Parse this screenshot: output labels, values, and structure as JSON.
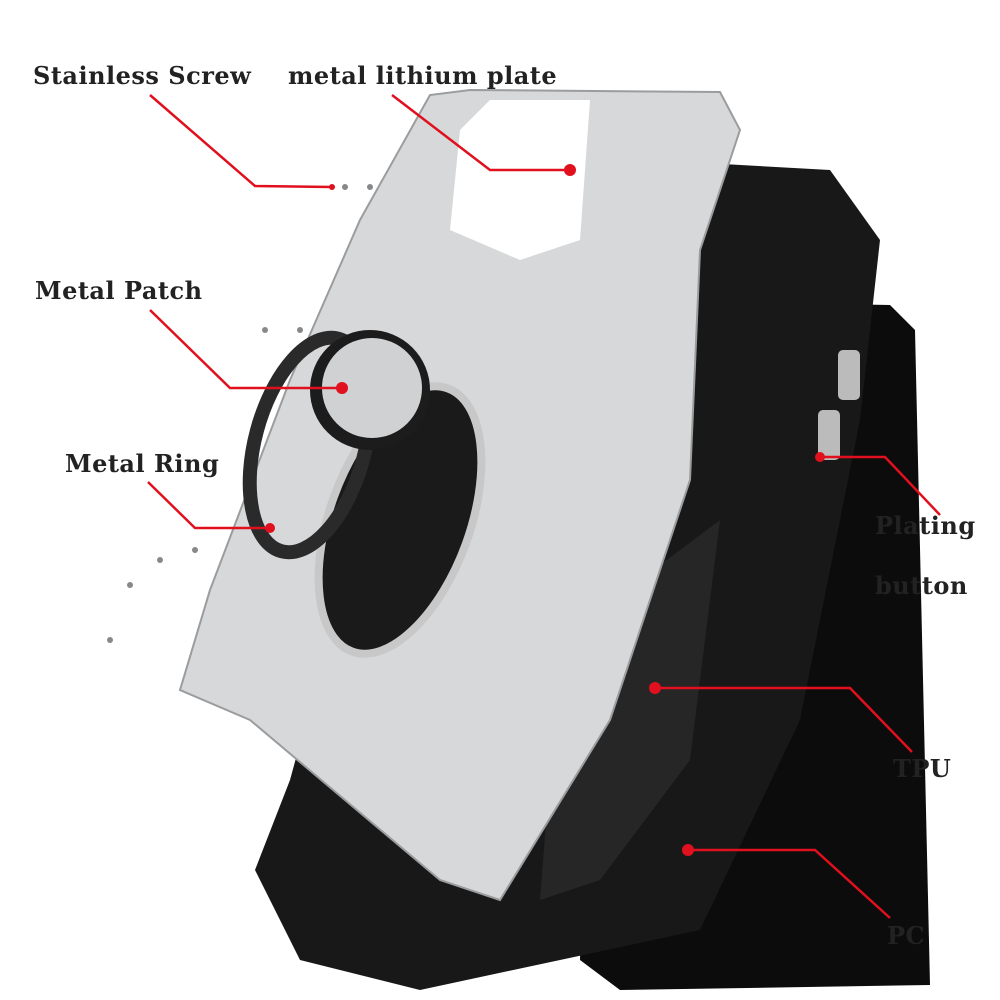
{
  "labels": {
    "stainless_screw": "Stainless Screw",
    "metal_lithium_plate": "metal lithium plate",
    "metal_patch": "Metal Patch",
    "metal_ring": "Metal Ring",
    "plating_button_line1": "Plating",
    "plating_button_line2": "button",
    "tpu": "TPU",
    "pc": "PC"
  },
  "colors": {
    "callout": "#e0101e",
    "metal": "#d6d8da",
    "case": "#141414"
  }
}
